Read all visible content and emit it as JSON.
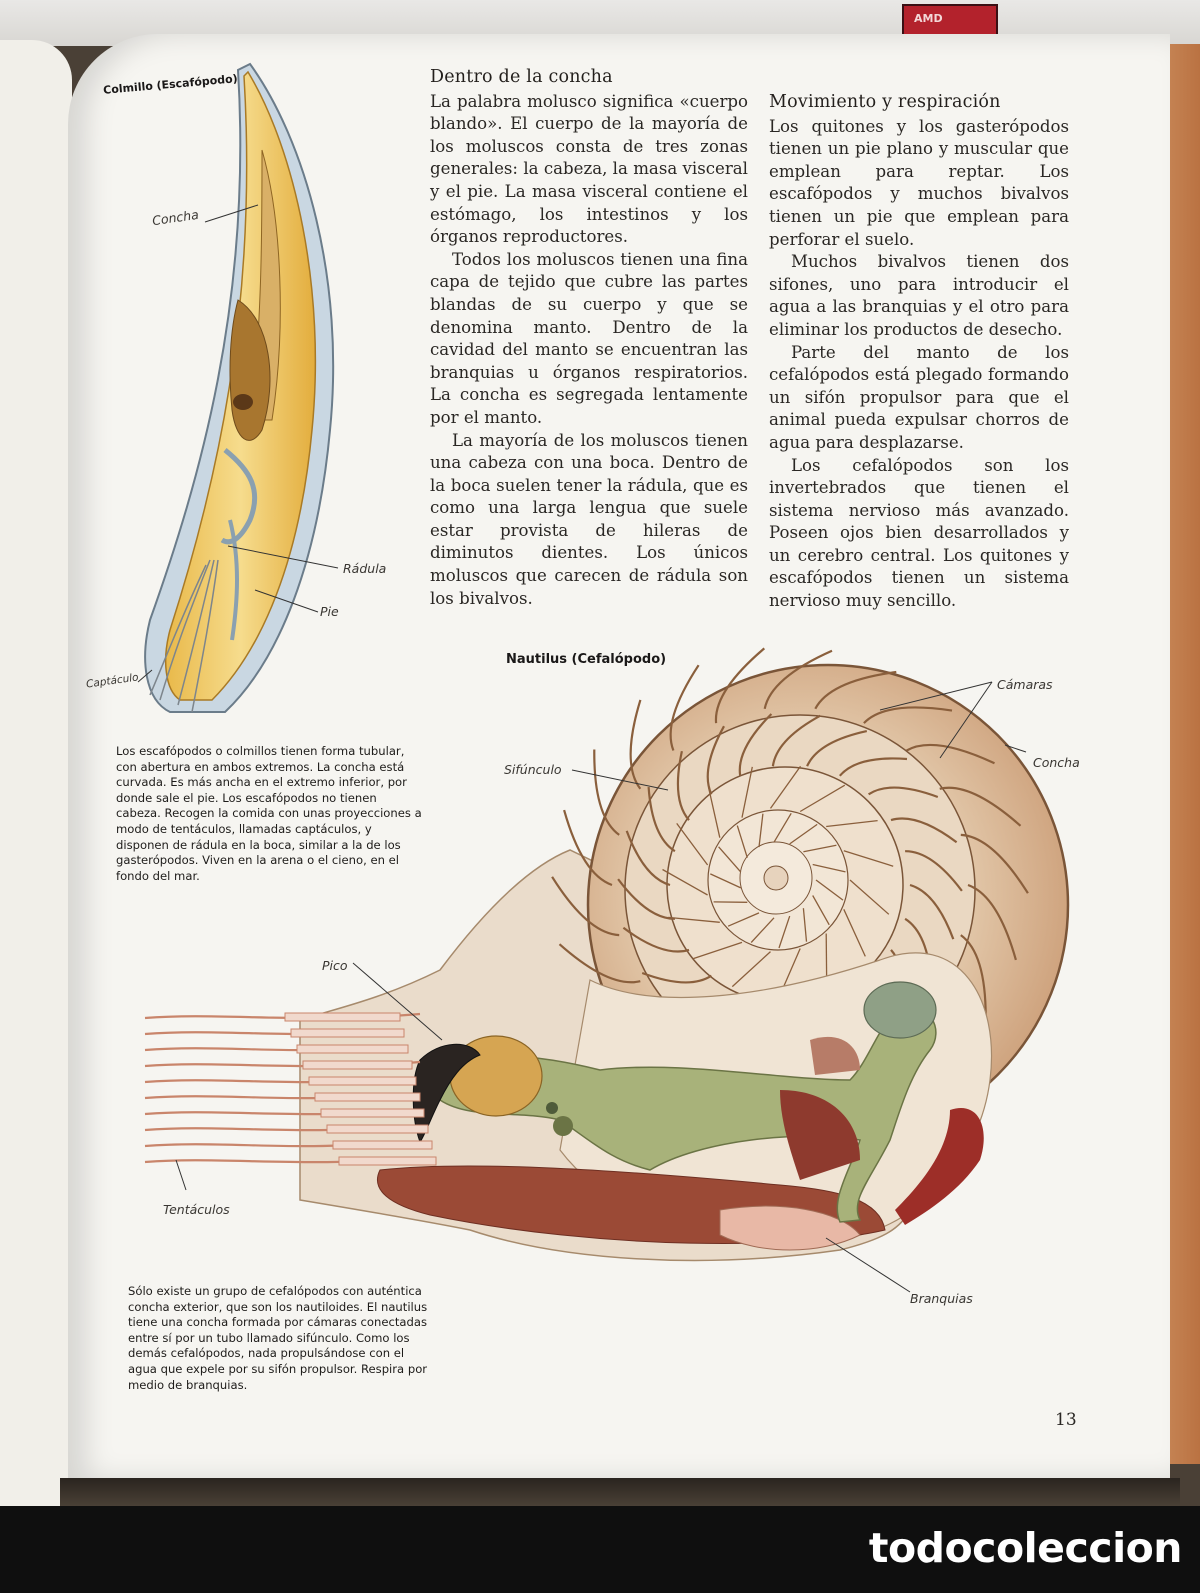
{
  "sticker": {
    "text": "AMD"
  },
  "left_figure": {
    "title": "Colmillo (Escafópodo)",
    "labels": {
      "shell": "Concha",
      "radula": "Rádula",
      "foot": "Pie",
      "captacula": "Captáculo"
    },
    "caption": "Los escafópodos o colmillos tienen forma tubular, con abertura en ambos extremos. La concha está curvada. Es más ancha en el extremo inferior, por donde sale el pie. Los escafópodos no tienen cabeza. Recogen la comida con unas proyecciones a modo de tentáculos, llamadas captáculos, y disponen de rádula en la boca, similar a la de los gasterópodos. Viven en la arena o el cieno, en el fondo del mar."
  },
  "section1": {
    "heading": "Dentro de la concha",
    "paragraphs": [
      "La palabra molusco significa «cuerpo blando». El cuerpo de la mayoría de los moluscos consta de tres zonas generales: la cabeza, la masa visceral y el pie. La masa visceral contiene el estómago, los intestinos y los órganos reproductores.",
      "Todos los moluscos tienen una fina capa de tejido que cubre las partes blandas de su cuerpo y que se denomina manto. Dentro de la cavidad del manto se encuentran las branquias u órganos respiratorios. La concha es segregada lentamente por el manto.",
      "La mayoría de los moluscos tienen una cabeza con una boca. Dentro de la boca suelen tener la rádula, que es como una larga lengua que suele estar provista de hileras de diminutos dientes. Los únicos moluscos que carecen de rádula son los bivalvos."
    ]
  },
  "section2": {
    "heading": "Movimiento y respiración",
    "paragraphs": [
      "Los quitones y los gasterópodos tienen un pie plano y muscular que emplean para reptar. Los escafópodos y muchos bivalvos tienen un pie que emplean para perforar el suelo.",
      "Muchos bivalvos tienen dos sifones, uno para introducir el agua a las branquias y el otro para eliminar los productos de desecho.",
      "Parte del manto de los cefalópodos está plegado formando un sifón propulsor para que el animal pueda expulsar chorros de agua para desplazarse.",
      "Los cefalópodos son los invertebrados que tienen el sistema nervioso más avanzado. Poseen ojos bien desarrollados y un cerebro central. Los quitones y escafópodos tienen un sistema nervioso muy sencillo."
    ]
  },
  "nautilus_figure": {
    "title": "Nautilus (Cefalópodo)",
    "labels": {
      "chambers": "Cámaras",
      "shell": "Concha",
      "siphuncle": "Sifúnculo",
      "beak": "Pico",
      "tentacles": "Tentáculos",
      "gills": "Branquias"
    },
    "caption": "Sólo existe un grupo de cefalópodos con auténtica concha exterior, que son los nautiloides. El nautilus tiene una concha formada por cámaras conectadas entre sí por un tubo llamado sifúnculo. Como los demás cefalópodos, nada propulsándose con el agua que expele por su sifón propulsor. Respira por medio de branquias."
  },
  "page_number": "13",
  "watermark": "todocoleccion"
}
